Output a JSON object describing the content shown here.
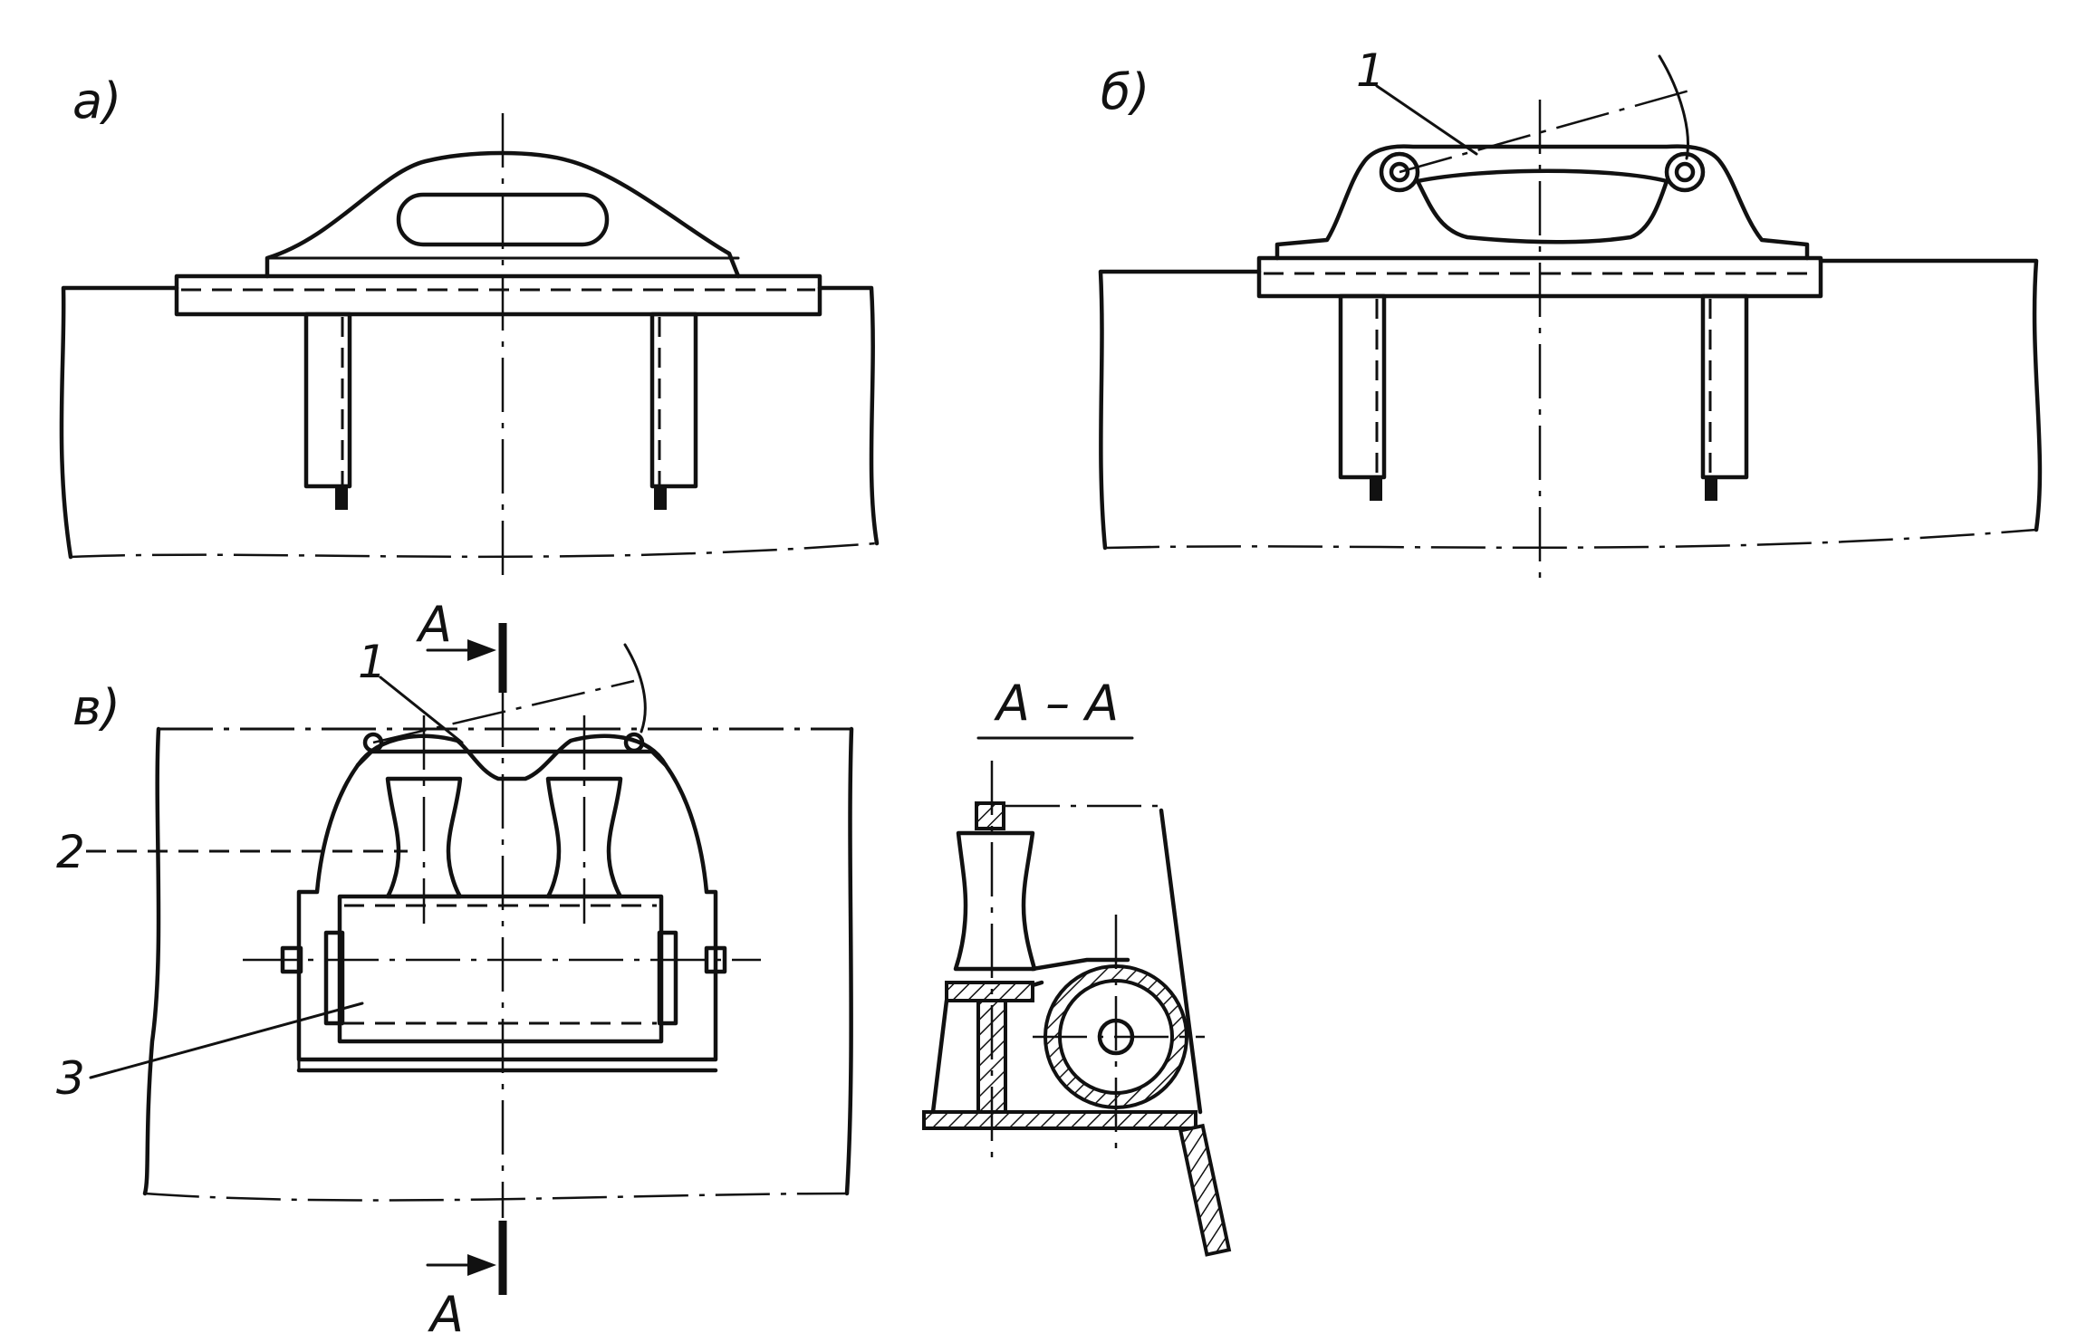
{
  "views": {
    "a": {
      "label": "а)"
    },
    "b": {
      "label": "б)",
      "callout_1": "1"
    },
    "v": {
      "label": "в)",
      "callout_1": "1",
      "callout_2": "2",
      "callout_3": "3",
      "section_mark_top": "А",
      "section_mark_bottom": "А"
    },
    "section": {
      "title": "А – А"
    }
  },
  "colors": {
    "line": "#111111",
    "background": "#ffffff"
  }
}
